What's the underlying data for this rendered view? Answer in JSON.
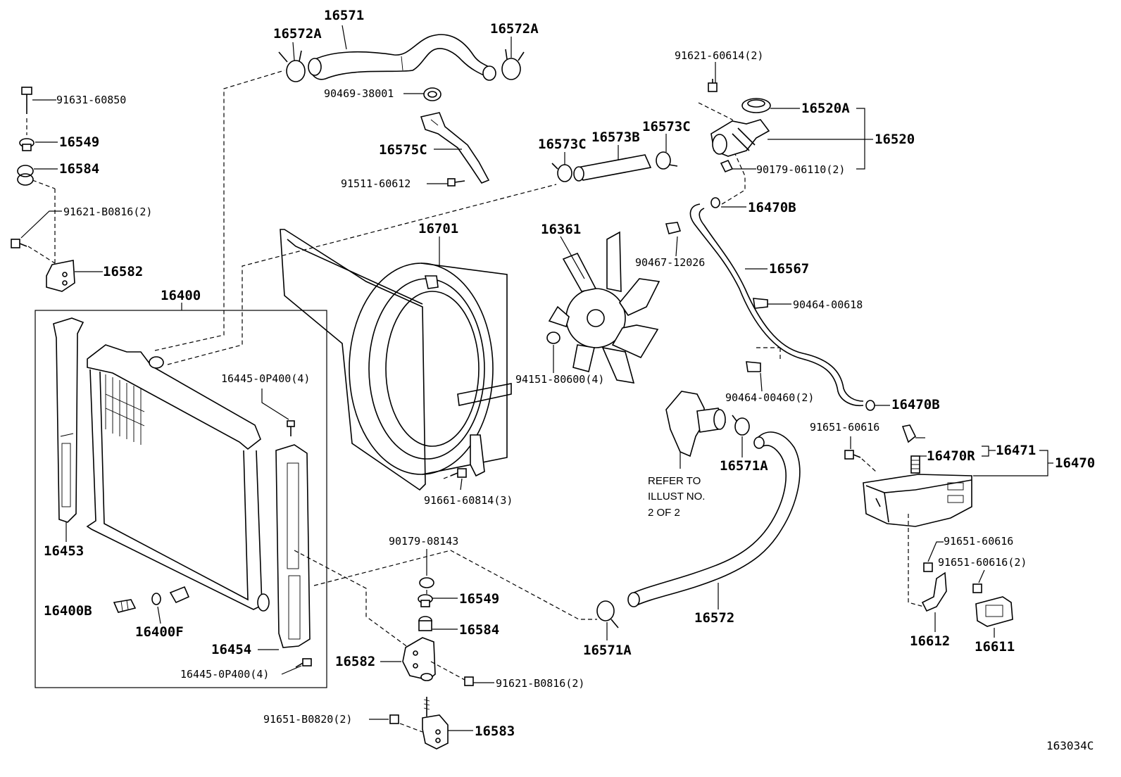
{
  "diagram": {
    "ref_code": "163034C",
    "note_lines": [
      "REFER TO",
      "ILLUST NO.",
      "2 OF 2"
    ],
    "labels": {
      "l16571": "16571",
      "l16572A_left": "16572A",
      "l16572A_right": "16572A",
      "l90469": "90469-38001",
      "l16575C": "16575C",
      "l91511": "91511-60612",
      "l91631": "91631-60850",
      "l16549_top": "16549",
      "l16584_top": "16584",
      "l91621_left": "91621-B0816(2)",
      "l16582_top": "16582",
      "l16400": "16400",
      "l16453": "16453",
      "l16445_top": "16445-0P400(4)",
      "l16454": "16454",
      "l16445_bot": "16445-0P400(4)",
      "l16400B": "16400B",
      "l16400F": "16400F",
      "l16701": "16701",
      "l91661": "91661-60814(3)",
      "l16361": "16361",
      "l94151": "94151-80600(4)",
      "l90467": "90467-12026",
      "l16573C_left": "16573C",
      "l16573B": "16573B",
      "l16573C_right": "16573C",
      "l91621_top": "91621-60614(2)",
      "l16520A": "16520A",
      "l16520": "16520",
      "l90179_top": "90179-06110(2)",
      "l16470B_top": "16470B",
      "l16567": "16567",
      "l90464_618": "90464-00618",
      "l90464_460": "90464-00460(2)",
      "l16470B_mid": "16470B",
      "l91651_616a": "91651-60616",
      "l16470R": "16470R",
      "l16471": "16471",
      "l16470": "16470",
      "l16571A_top": "16571A",
      "l91651_616b": "91651-60616",
      "l91651_616c": "91651-60616(2)",
      "l16612": "16612",
      "l16611": "16611",
      "l16572": "16572",
      "l16571A_bot": "16571A",
      "l90179_bot": "90179-08143",
      "l16549_bot": "16549",
      "l16584_bot": "16584",
      "l16582_bot": "16582",
      "l91621_bot": "91621-B0816(2)",
      "l91651_B0820": "91651-B0820(2)",
      "l16583": "16583"
    }
  }
}
